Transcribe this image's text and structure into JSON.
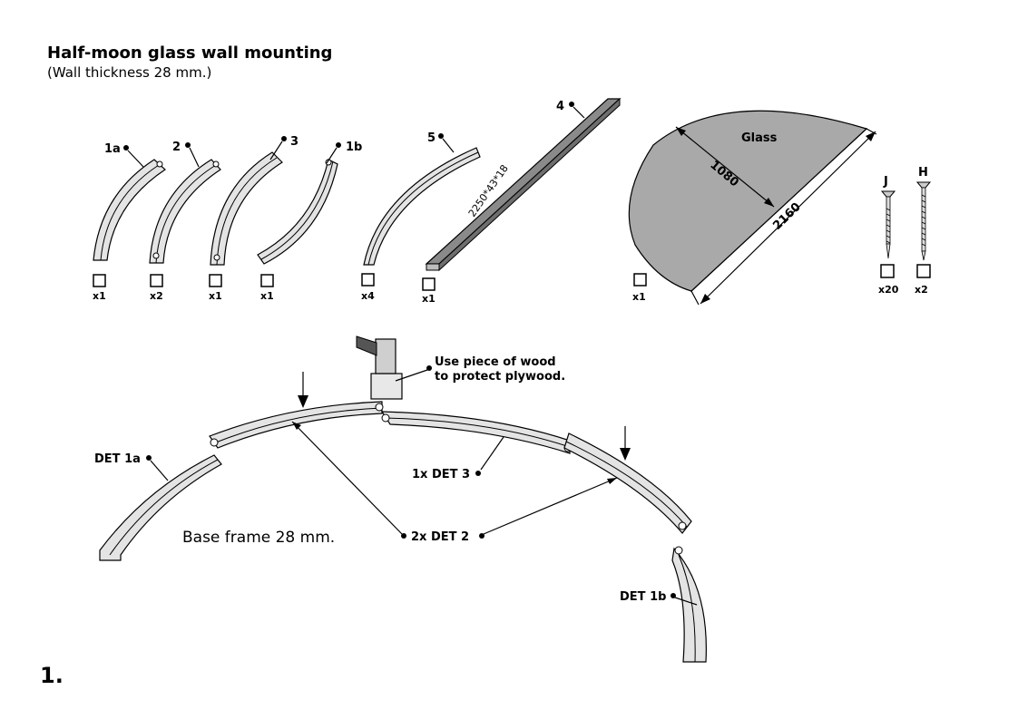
{
  "title": "Half-moon glass wall mounting",
  "subtitle": "(Wall thickness 28 mm.)",
  "step_number": "1.",
  "parts": [
    {
      "id": "1a",
      "qty": "x1"
    },
    {
      "id": "2",
      "qty": "x2"
    },
    {
      "id": "3",
      "qty": "x1"
    },
    {
      "id": "1b",
      "qty": "x1"
    },
    {
      "id": "5",
      "qty": "x4"
    },
    {
      "id": "4",
      "qty": "x1",
      "dimension": "2250*43*18"
    },
    {
      "id": "Glass",
      "qty": "x1",
      "dim_radius": "1080",
      "dim_diameter": "2160"
    },
    {
      "id": "J",
      "qty": "x20"
    },
    {
      "id": "H",
      "qty": "x2"
    }
  ],
  "assembly": {
    "note_line1": "Use piece of wood",
    "note_line2": "to protect plywood.",
    "det_1a": "DET 1a",
    "det_3": "1x DET 3",
    "det_2": "2x DET 2",
    "det_1b": "DET 1b",
    "base_frame": "Base frame 28 mm."
  }
}
